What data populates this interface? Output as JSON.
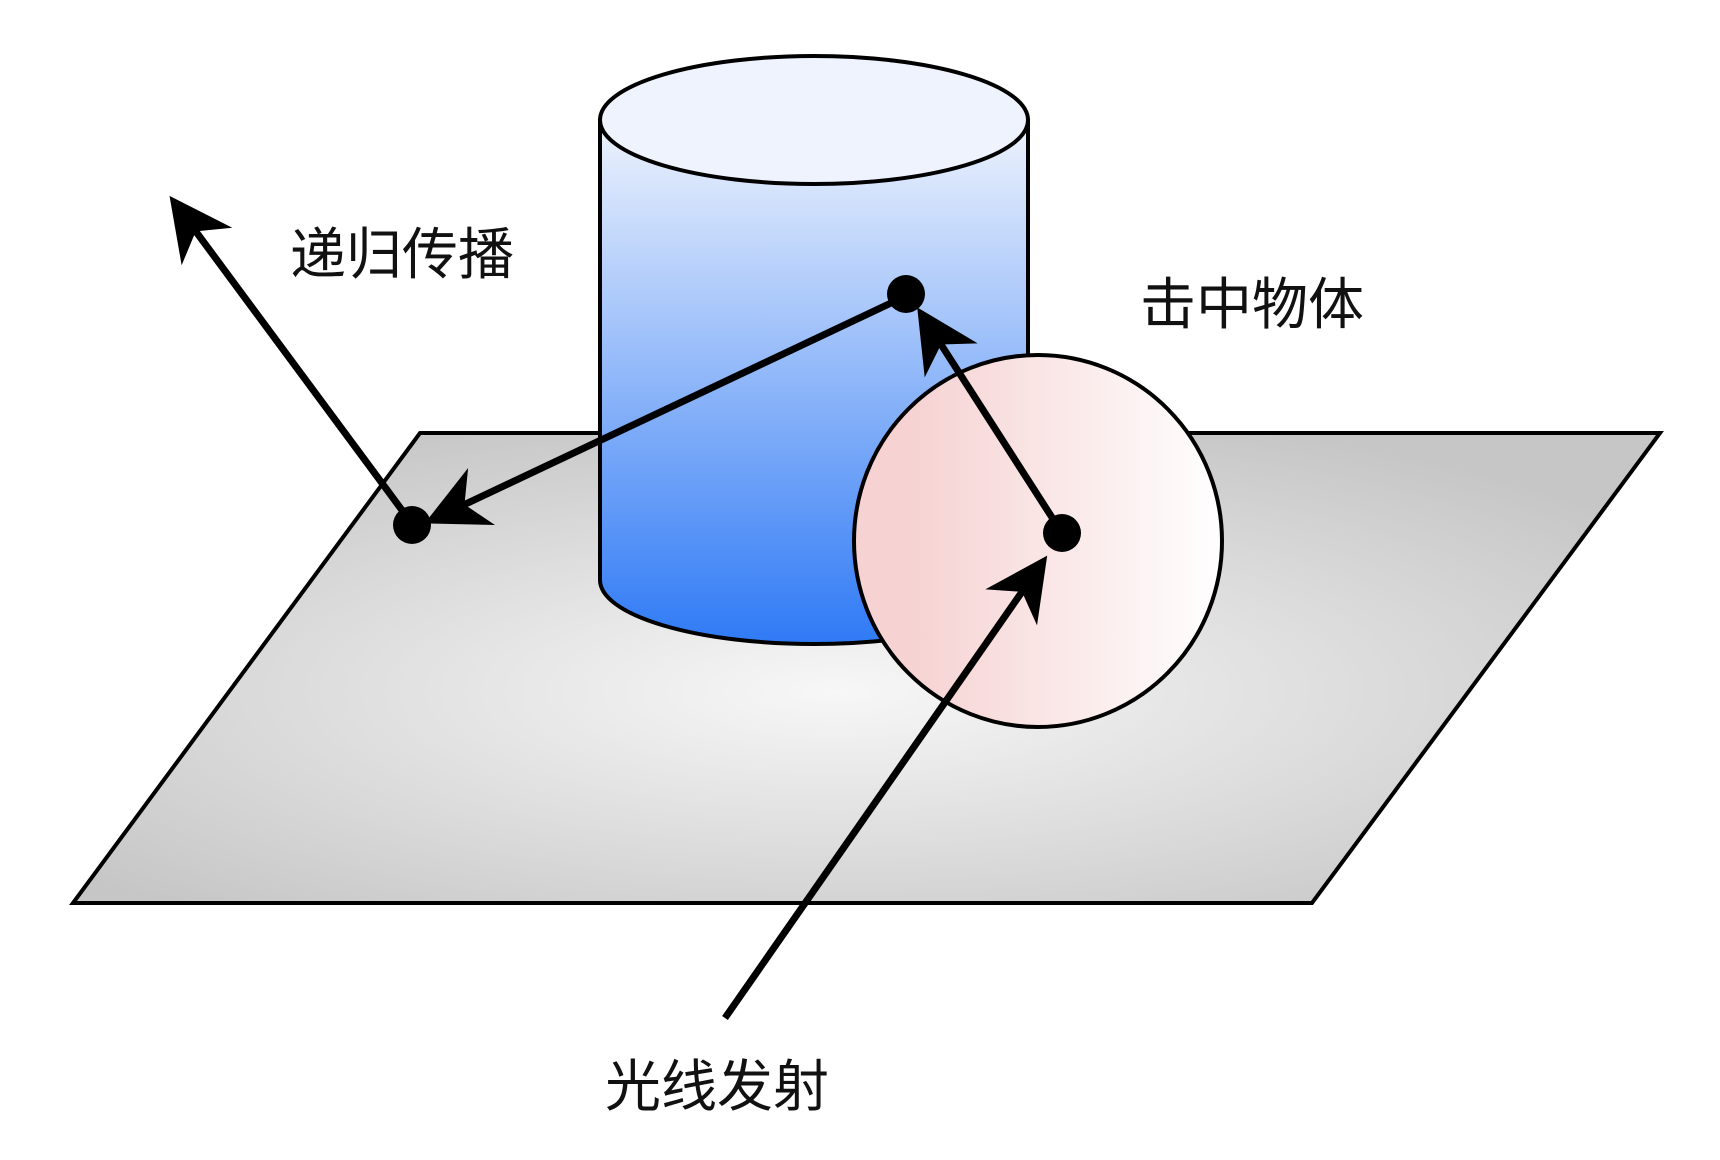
{
  "labels": {
    "recursive_propagation": "递归传播",
    "hit_object": "击中物体",
    "ray_emission": "光线发射"
  },
  "colors": {
    "plane_fill_center": "#f5f5f5",
    "plane_fill_edge": "#c6c6c6",
    "cylinder_top": "#eef3fd",
    "cylinder_bottom": "#2f7af5",
    "sphere_left": "#f6d2d2",
    "sphere_right": "#ffffff",
    "outline": "#000000"
  }
}
